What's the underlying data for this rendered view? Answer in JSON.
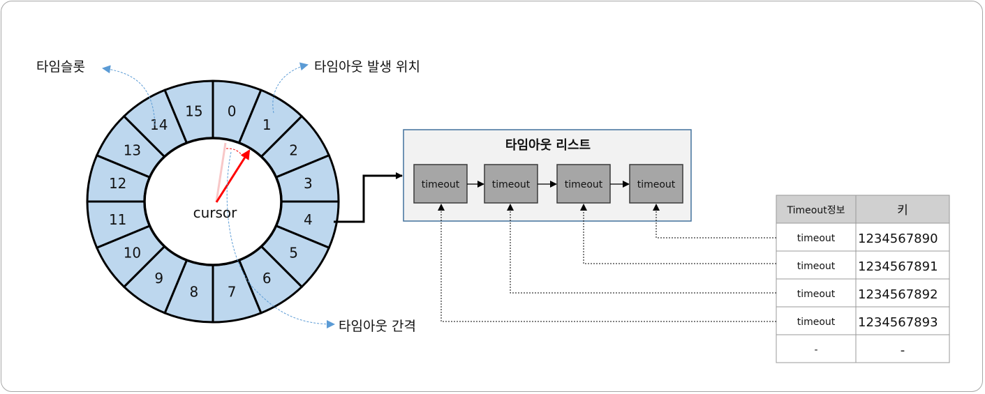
{
  "annotations": {
    "timeslot": "타임슬롯",
    "timeout_position": "타임아웃 발생 위치",
    "timeout_interval": "타임아웃 간격"
  },
  "wheel": {
    "slots": [
      "0",
      "1",
      "2",
      "3",
      "4",
      "5",
      "6",
      "7",
      "8",
      "9",
      "10",
      "11",
      "12",
      "13",
      "14",
      "15"
    ],
    "cursor_label": "cursor",
    "slot_color": "#bdd7ee"
  },
  "timeout_list": {
    "title": "타임아웃 리스트",
    "items": [
      "timeout",
      "timeout",
      "timeout",
      "timeout"
    ]
  },
  "table": {
    "headers": [
      "Timeout정보",
      "키"
    ],
    "rows": [
      [
        "timeout",
        "1234567890"
      ],
      [
        "timeout",
        "1234567891"
      ],
      [
        "timeout",
        "1234567892"
      ],
      [
        "timeout",
        "1234567893"
      ],
      [
        "-",
        "-"
      ]
    ]
  }
}
